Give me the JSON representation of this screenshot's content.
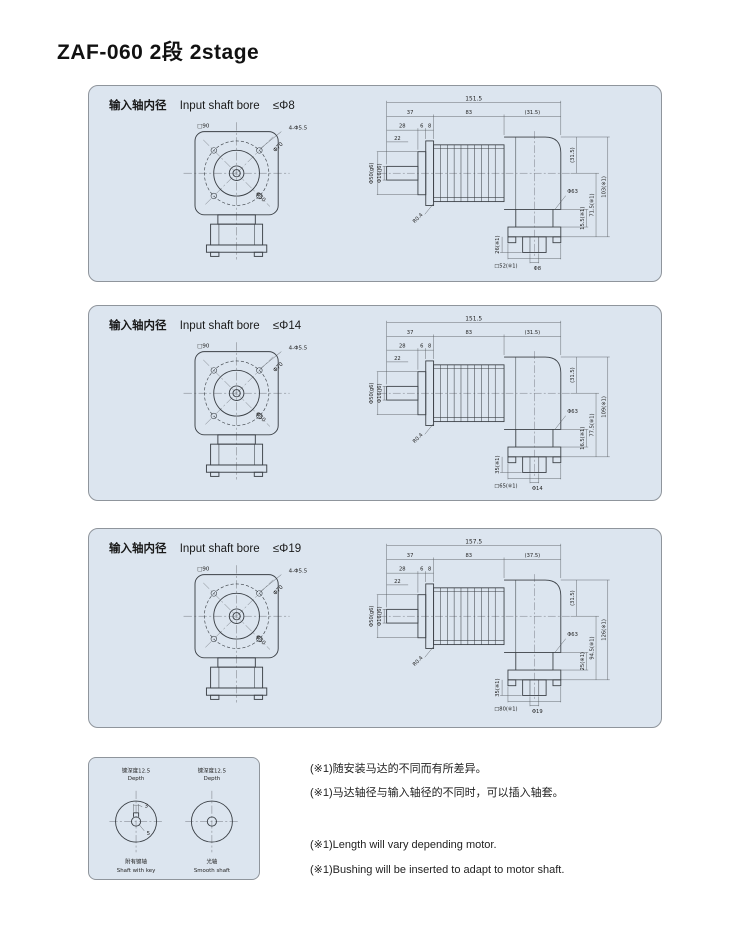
{
  "page": {
    "title": "ZAF-060  2段  2stage"
  },
  "colors": {
    "panel_bg": "#dce5ef",
    "panel_border": "#8f959c",
    "line": "#3b4046"
  },
  "panels": [
    {
      "header_cn": "输入轴内径",
      "header_en": "Input shaft bore",
      "bore_limit": "≤Φ8",
      "front": {
        "square": "□90",
        "bolt_holes": "4-Φ5.5",
        "bolt_circle": "Φ70",
        "pilot": "Φ50"
      },
      "side": {
        "overall_len": "151.5",
        "seg1": "37",
        "seg2": "83",
        "seg3": "(31.5)",
        "dim_a": "28",
        "dim_b": "6",
        "dim_c": "8",
        "dim_d": "22",
        "pilot_dia": "Φ50(g6)",
        "shaft_dia": "Φ16(j6)",
        "fillet": "R0.4",
        "flange_dia": "Φ63",
        "rdim1": "(31.5)",
        "rdim2": "15.5(※1)",
        "rdim3": "71.5(※1)",
        "rdim4": "103(※1)",
        "bdim": "26(※1)",
        "bottom_square": "□52(※1)",
        "bore": "Φ8"
      }
    },
    {
      "header_cn": "输入轴内径",
      "header_en": "Input shaft bore",
      "bore_limit": "≤Φ14",
      "front": {
        "square": "□90",
        "bolt_holes": "4-Φ5.5",
        "bolt_circle": "Φ70",
        "pilot": "Φ50"
      },
      "side": {
        "overall_len": "151.5",
        "seg1": "37",
        "seg2": "83",
        "seg3": "(31.5)",
        "dim_a": "28",
        "dim_b": "6",
        "dim_c": "8",
        "dim_d": "22",
        "pilot_dia": "Φ50(g6)",
        "shaft_dia": "Φ16(j6)",
        "fillet": "R0.4",
        "flange_dia": "Φ63",
        "rdim1": "(31.5)",
        "rdim2": "16.5(※1)",
        "rdim3": "77.5(※1)",
        "rdim4": "109(※1)",
        "bdim": "35(※1)",
        "bottom_square": "□65(※1)",
        "bore": "Φ14"
      }
    },
    {
      "header_cn": "输入轴内径",
      "header_en": "Input shaft bore",
      "bore_limit": "≤Φ19",
      "front": {
        "square": "□90",
        "bolt_holes": "4-Φ5.5",
        "bolt_circle": "Φ70",
        "pilot": "Φ50"
      },
      "side": {
        "overall_len": "157.5",
        "seg1": "37",
        "seg2": "83",
        "seg3": "(37.5)",
        "dim_a": "28",
        "dim_b": "6",
        "dim_c": "8",
        "dim_d": "22",
        "pilot_dia": "Φ50(g6)",
        "shaft_dia": "Φ16(j6)",
        "fillet": "R0.4",
        "flange_dia": "Φ63",
        "rdim1": "(31.5)",
        "rdim2": "25(※1)",
        "rdim3": "94.5(※1)",
        "rdim4": "126(※1)",
        "bdim": "35(※1)",
        "bottom_square": "□80(※1)",
        "bore": "Φ19"
      }
    }
  ],
  "shaft_detail": {
    "left": {
      "depth_label_cn": "键深度12.5",
      "depth_label_en": "Depth",
      "dim_key_width": "3",
      "dim_key_depth": "5",
      "name_cn": "附有键轴",
      "name_en": "Shaft with key"
    },
    "right": {
      "depth_label_cn": "键深度12.5",
      "depth_label_en": "Depth",
      "name_cn": "光轴",
      "name_en": "Smooth shaft"
    }
  },
  "notes": {
    "cn1": "(※1)随安装马达的不同而有所差异。",
    "cn2": "(※1)马达轴径与输入轴径的不同时，可以插入轴套。",
    "en1": "(※1)Length will vary depending motor.",
    "en2": "(※1)Bushing will be inserted to adapt to motor shaft."
  }
}
